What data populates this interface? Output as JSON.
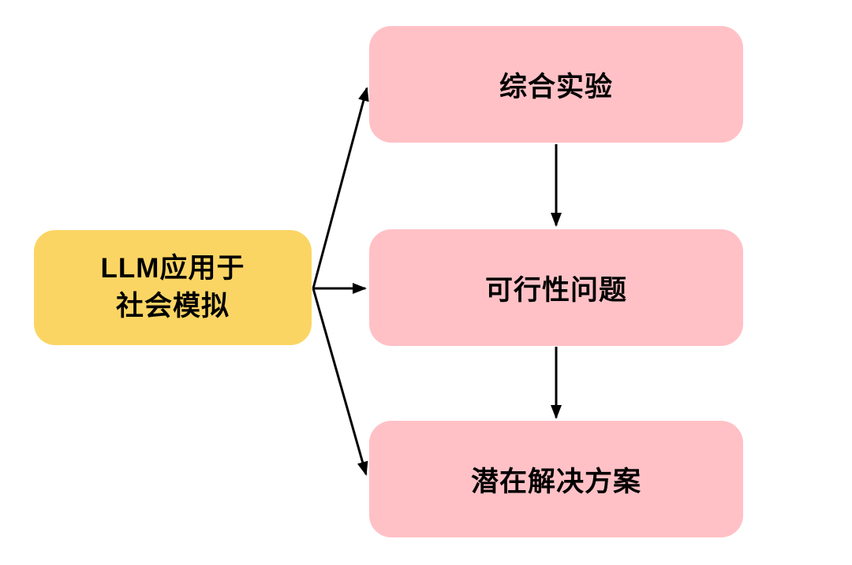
{
  "diagram": {
    "title": "LLM social simulation flowchart",
    "root": {
      "label": "LLM应用于\n社会模拟"
    },
    "nodes": [
      {
        "label": "综合实验"
      },
      {
        "label": "可行性问题"
      },
      {
        "label": "潜在解决方案"
      }
    ],
    "edges": [
      {
        "from": "LLM应用于社会模拟",
        "to": "综合实验"
      },
      {
        "from": "LLM应用于社会模拟",
        "to": "可行性问题"
      },
      {
        "from": "LLM应用于社会模拟",
        "to": "潜在解决方案"
      },
      {
        "from": "综合实验",
        "to": "可行性问题"
      },
      {
        "from": "可行性问题",
        "to": "潜在解决方案"
      }
    ],
    "colors": {
      "background": "#FFFFFF",
      "root_fill": "#FBD564",
      "child_fill": "#FFC1C6",
      "text": "#000000",
      "arrow": "#000000"
    }
  }
}
